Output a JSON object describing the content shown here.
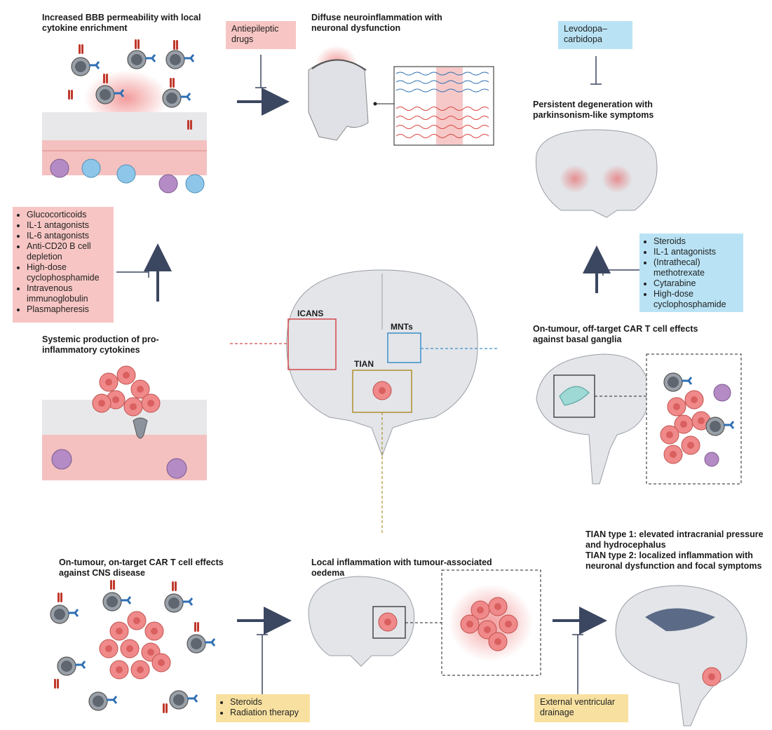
{
  "headings": {
    "bbb": "Increased BBB permeability with local cytokine enrichment",
    "diffuse": "Diffuse neuroinflammation with neuronal dysfunction",
    "persistent": "Persistent degeneration with parkinsonism-like symptoms",
    "systemic": "Systemic production of pro-inflammatory cytokines",
    "on_tumour_off_target": "On-tumour, off-target CAR T cell effects against basal ganglia",
    "tian_types": "TIAN type 1: elevated intracranial pressure and hydrocephalus\nTIAN type 2: localized inflammation with neuronal dysfunction and focal symptoms",
    "on_tumour_on_target": "On-tumour, on-target CAR T cell effects against CNS disease",
    "local_inflammation": "Local inflammation with tumour-associated oedema"
  },
  "treatments": {
    "antiepileptic": "Antiepileptic drugs",
    "levodopa": "Levodopa–carbidopa",
    "icans_list": [
      "Glucocorticoids",
      "IL-1 antagonists",
      "IL-6 antagonists",
      "Anti-CD20 B cell depletion",
      "High-dose cyclophosphamide",
      "Intravenous immunoglobulin",
      "Plasmapheresis"
    ],
    "mnt_list": [
      "Steroids",
      "IL-1 antagonists",
      "(Intrathecal) methotrexate",
      "Cytarabine",
      "High-dose cyclophosphamide"
    ],
    "tian_list": [
      "Steroids",
      "Radiation therapy"
    ],
    "evd": "External ventricular drainage"
  },
  "region_labels": {
    "icans": "ICANS",
    "mnts": "MNTs",
    "tian": "TIAN"
  },
  "colors": {
    "pink_box": "#f7c6c4",
    "blue_box": "#b9e3f5",
    "yellow_box": "#f8e1a0",
    "arrow": "#3b4660",
    "icans_box": "#d44a4a",
    "mnt_box": "#3d8fc7",
    "tian_box": "#b0902e"
  }
}
